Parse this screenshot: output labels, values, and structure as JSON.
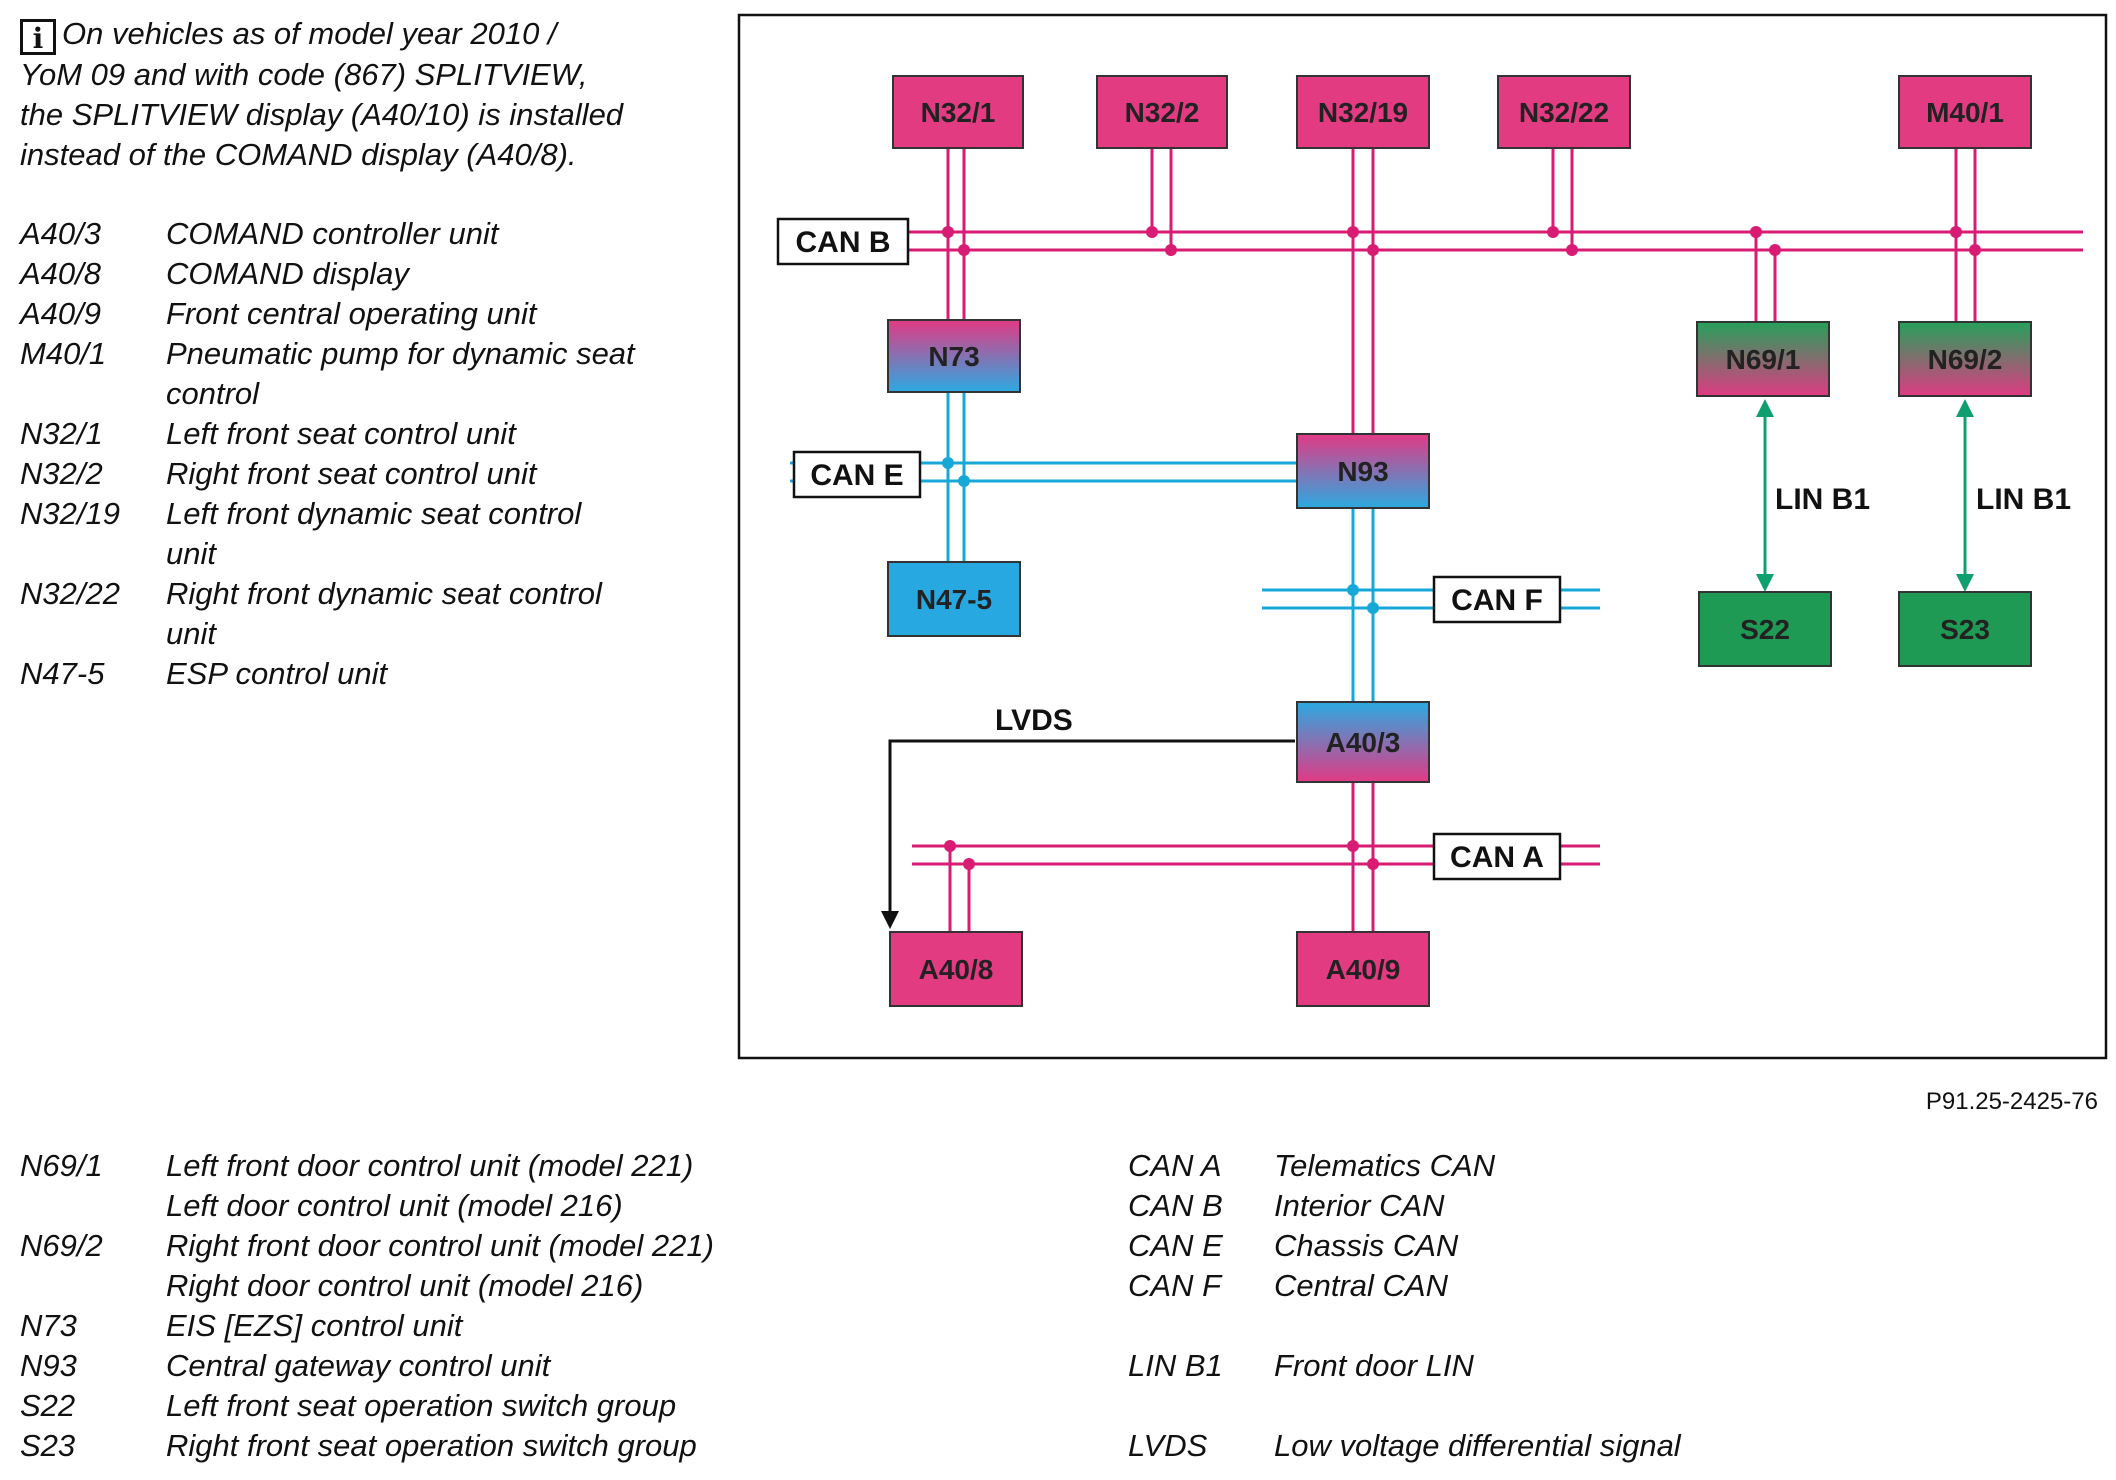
{
  "note": {
    "icon": "info-icon",
    "lines": [
      "On vehicles as of model year 2010 /",
      "YoM 09 and with code (867) SPLITVIEW,",
      "the SPLITVIEW display (A40/10) is installed",
      "instead of the COMAND display (A40/8)."
    ]
  },
  "legend_top": [
    {
      "code": "A40/3",
      "lines": [
        "COMAND controller unit"
      ]
    },
    {
      "code": "A40/8",
      "lines": [
        "COMAND display"
      ]
    },
    {
      "code": "A40/9",
      "lines": [
        "Front central operating unit"
      ]
    },
    {
      "code": "M40/1",
      "lines": [
        "Pneumatic pump for dynamic seat",
        "control"
      ]
    },
    {
      "code": "N32/1",
      "lines": [
        "Left front seat control unit"
      ]
    },
    {
      "code": "N32/2",
      "lines": [
        "Right front seat control unit"
      ]
    },
    {
      "code": "N32/19",
      "lines": [
        "Left front dynamic seat control",
        "unit"
      ]
    },
    {
      "code": "N32/22",
      "lines": [
        "Right front dynamic seat control",
        "unit"
      ]
    },
    {
      "code": "N47-5",
      "lines": [
        "ESP control unit"
      ]
    }
  ],
  "legend_bottom_left": [
    {
      "code": "N69/1",
      "lines": [
        "Left front door control unit (model 221)",
        "Left door control unit (model 216)"
      ]
    },
    {
      "code": "N69/2",
      "lines": [
        "Right front door control unit (model 221)",
        "Right door control unit (model 216)"
      ]
    },
    {
      "code": "N73",
      "lines": [
        "EIS [EZS] control unit"
      ]
    },
    {
      "code": "N93",
      "lines": [
        "Central gateway control unit"
      ]
    },
    {
      "code": "S22",
      "lines": [
        "Left front seat operation switch group"
      ]
    },
    {
      "code": "S23",
      "lines": [
        "Right front seat operation switch group"
      ]
    }
  ],
  "legend_bottom_right": [
    {
      "code": "CAN A",
      "lines": [
        "Telematics CAN"
      ]
    },
    {
      "code": "CAN B",
      "lines": [
        "Interior CAN"
      ]
    },
    {
      "code": "CAN E",
      "lines": [
        "Chassis CAN"
      ]
    },
    {
      "code": "CAN F",
      "lines": [
        "Central CAN"
      ]
    },
    {
      "code": "",
      "lines": [
        ""
      ]
    },
    {
      "code": "LIN B1",
      "lines": [
        "Front door LIN"
      ]
    },
    {
      "code": "",
      "lines": [
        ""
      ]
    },
    {
      "code": "LVDS",
      "lines": [
        "Low voltage differential signal"
      ]
    }
  ],
  "diagram": {
    "colors": {
      "can_b": "#d81b73",
      "can_a": "#d81b73",
      "can_e": "#18a8d8",
      "can_f": "#18a8d8",
      "lin": "#10a070",
      "ecu_pink": "#e33b82",
      "ecu_blue": "#28a8e0",
      "ecu_green": "#1f9a55",
      "frame": "#111111"
    },
    "ecus": {
      "n32_1": "N32/1",
      "n32_2": "N32/2",
      "n32_19": "N32/19",
      "n32_22": "N32/22",
      "m40_1": "M40/1",
      "n73": "N73",
      "n69_1": "N69/1",
      "n69_2": "N69/2",
      "n93": "N93",
      "n47_5": "N47-5",
      "s22": "S22",
      "s23": "S23",
      "a40_3": "A40/3",
      "a40_8": "A40/8",
      "a40_9": "A40/9"
    },
    "buses": {
      "can_b": "CAN B",
      "can_e": "CAN E",
      "can_f": "CAN F",
      "can_a": "CAN A"
    },
    "lines": {
      "lin_left": "LIN B1",
      "lin_right": "LIN B1",
      "lvds": "LVDS"
    }
  },
  "figure_id": "P91.25-2425-76"
}
